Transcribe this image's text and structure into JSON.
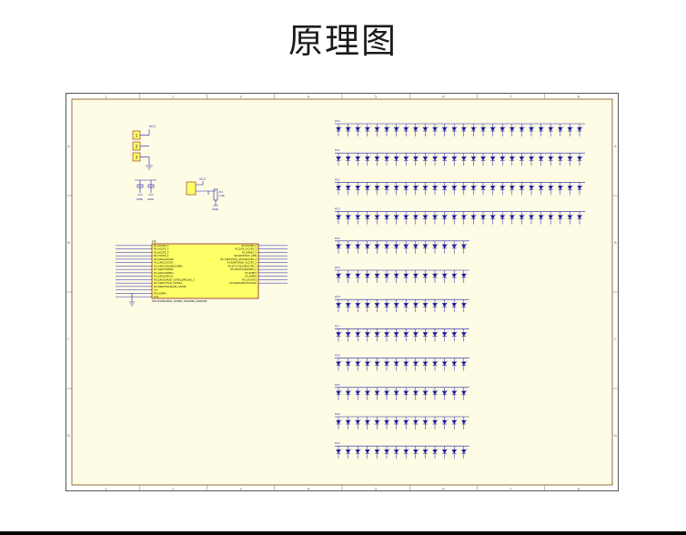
{
  "page": {
    "title": "原理图"
  },
  "sheet": {
    "border_color": "#9a6d3a",
    "paper_color": "#fffce6",
    "wire_color": "#1a1aa0",
    "ic_fill": "#ffff66",
    "ic_stroke": "#8a2020",
    "col_marks": [
      "1",
      "2",
      "3",
      "4",
      "5",
      "6",
      "7",
      "8"
    ],
    "row_marks": [
      "A",
      "B",
      "C",
      "D"
    ]
  },
  "components": {
    "mcu_ref": "U1",
    "mcu_name": "STC15W4K48S4_SOP28_TSSOP28_SKDIP28",
    "mcu_left_pins": [
      "P2.4/CCP0_3",
      "P2.5/CCP1_3",
      "P2.6/CCP2_3",
      "P2.7/CCP0_2",
      "P1.0/ADC0/CCP0",
      "P1.1/ADC1/CCP1",
      "P1.2/ADC2/SS/ECI/CMPO",
      "P1.3/ADC3/MOSI",
      "P1.4/ADC4/MISO",
      "P1.5/ADC5/SCLK",
      "P1.6/ADC6/RxD_3/XTAL2/MCLKO_2",
      "P1.7/ADC7/TxD_3/XTAL1",
      "P5.4/RST/MCLKO/SS_3/CMP-",
      "Vcc",
      "P5.5/CMP+",
      "Gnd"
    ],
    "mcu_right_pins": [
      "P2.3/CCP0_2",
      "P2.2/SS_2/CCP2_2",
      "P2.1/MISO_2",
      "P2.0/RSTOUT_LOW",
      "P3.7/INT3/TxD_2/CCP2/CCP2_2",
      "P3.6/INT2/RxD_2/CCP1_2",
      "P3.5/T1/T0CLKO/CCP0_2",
      "P3.4/T0/T1CLKO/ECI_2",
      "P3.3/INT1",
      "P3.2/INT0",
      "P3.1/TxD/T2",
      "P3.0/RxD/INT4/T2CLKO"
    ],
    "connector_pins": [
      "1",
      "2",
      "3"
    ],
    "net_vcc": "VCC",
    "net_gnd": "GND",
    "resistor_ref": "R1",
    "resistor_val": "10K"
  },
  "led_matrix": {
    "row_labels": [
      "P10",
      "P11",
      "P12",
      "P13",
      "P14",
      "P15",
      "P16",
      "P17",
      "P20",
      "P21",
      "P22",
      "P23"
    ],
    "wide_rows": 4,
    "wide_count": 26,
    "narrow_count": 14
  }
}
